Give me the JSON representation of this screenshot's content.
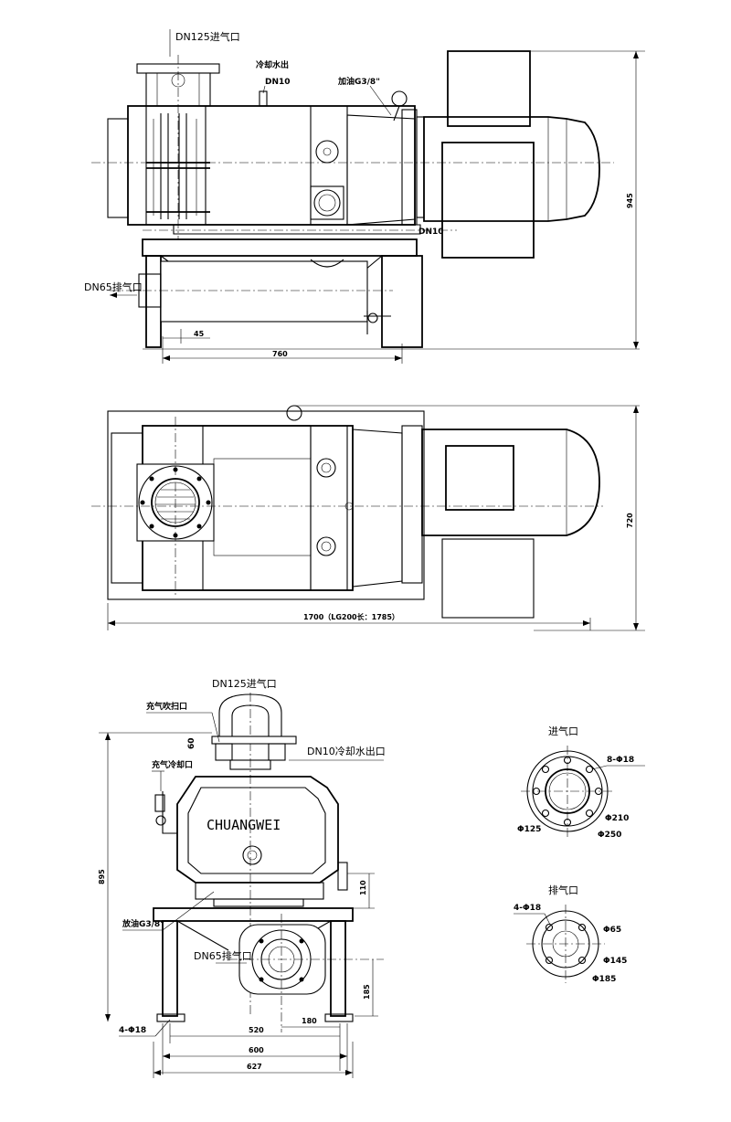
{
  "front_view": {
    "inlet": "DN125进气口",
    "cooling_out": "冷却水出",
    "cooling_out_size": "DN10",
    "oil_fill": "加油G3/8\"",
    "dn10": "DN10",
    "exhaust": "DN65排气口",
    "dim_height": "945",
    "dim_45": "45",
    "dim_760": "760"
  },
  "top_view": {
    "dim_width": "720",
    "dim_length": "1700（LG200长：1785）"
  },
  "side_view": {
    "inlet": "DN125进气口",
    "purge_port": "充气吹扫口",
    "dim_60": "60",
    "cooling_port": "DN10冷却水出口",
    "gas_cooling_port": "充气冷却口",
    "brand": "CHUANGWEI",
    "dim_height": "895",
    "dim_110": "110",
    "drain": "放油G3/8\"",
    "exhaust": "DN65排气口",
    "dim_185": "185",
    "holes": "4-Φ18",
    "dim_520": "520",
    "dim_180": "180",
    "dim_600": "600",
    "dim_627": "627"
  },
  "inlet_flange": {
    "title": "进气口",
    "holes": "8-Φ18",
    "d_inner": "Φ125",
    "d_bolt": "Φ210",
    "d_outer": "Φ250"
  },
  "exhaust_flange": {
    "title": "排气口",
    "holes": "4-Φ18",
    "d_inner": "Φ65",
    "d_bolt": "Φ145",
    "d_outer": "Φ185"
  }
}
